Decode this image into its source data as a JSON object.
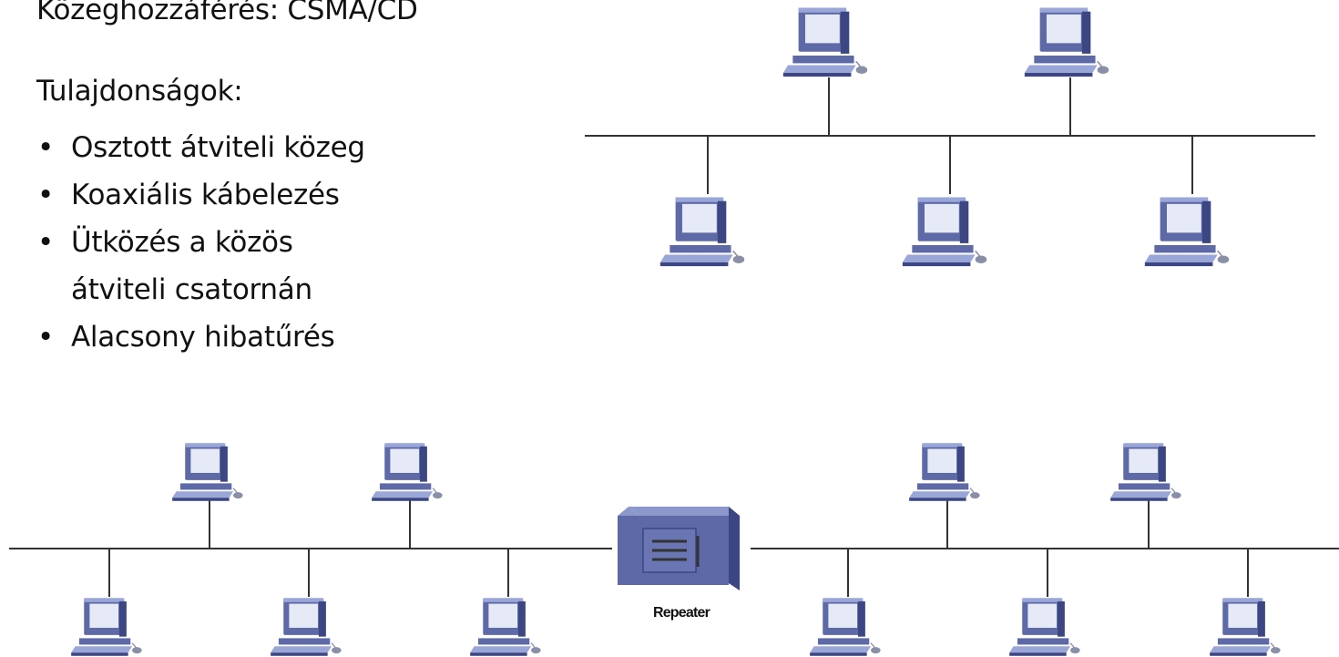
{
  "heading": "Közeghozzáférés: CSMA/CD",
  "properties": {
    "title": "Tulajdonságok:",
    "bullet_glyph": "•",
    "items": [
      {
        "line1": "Osztott átviteli közeg",
        "line2": ""
      },
      {
        "line1": "Koaxiális kábelezés",
        "line2": ""
      },
      {
        "line1": "Ütközés a közös",
        "line2": "átviteli csatornán"
      },
      {
        "line1": "Alacsony hibatűrés",
        "line2": ""
      }
    ]
  },
  "diagram": {
    "repeater_label": "Repeater",
    "icons": {
      "computer": "desktop-computer-icon",
      "repeater": "repeater-icon"
    },
    "colors": {
      "cable": "#333333",
      "device_fill": "#5e6aa8",
      "device_dark": "#3c4682",
      "device_light": "#9aa6d8",
      "screen": "#e6eaf6"
    },
    "top_segment_computers": 5,
    "bottom_left_segment_computers": 5,
    "bottom_right_segment_computers": 5
  }
}
